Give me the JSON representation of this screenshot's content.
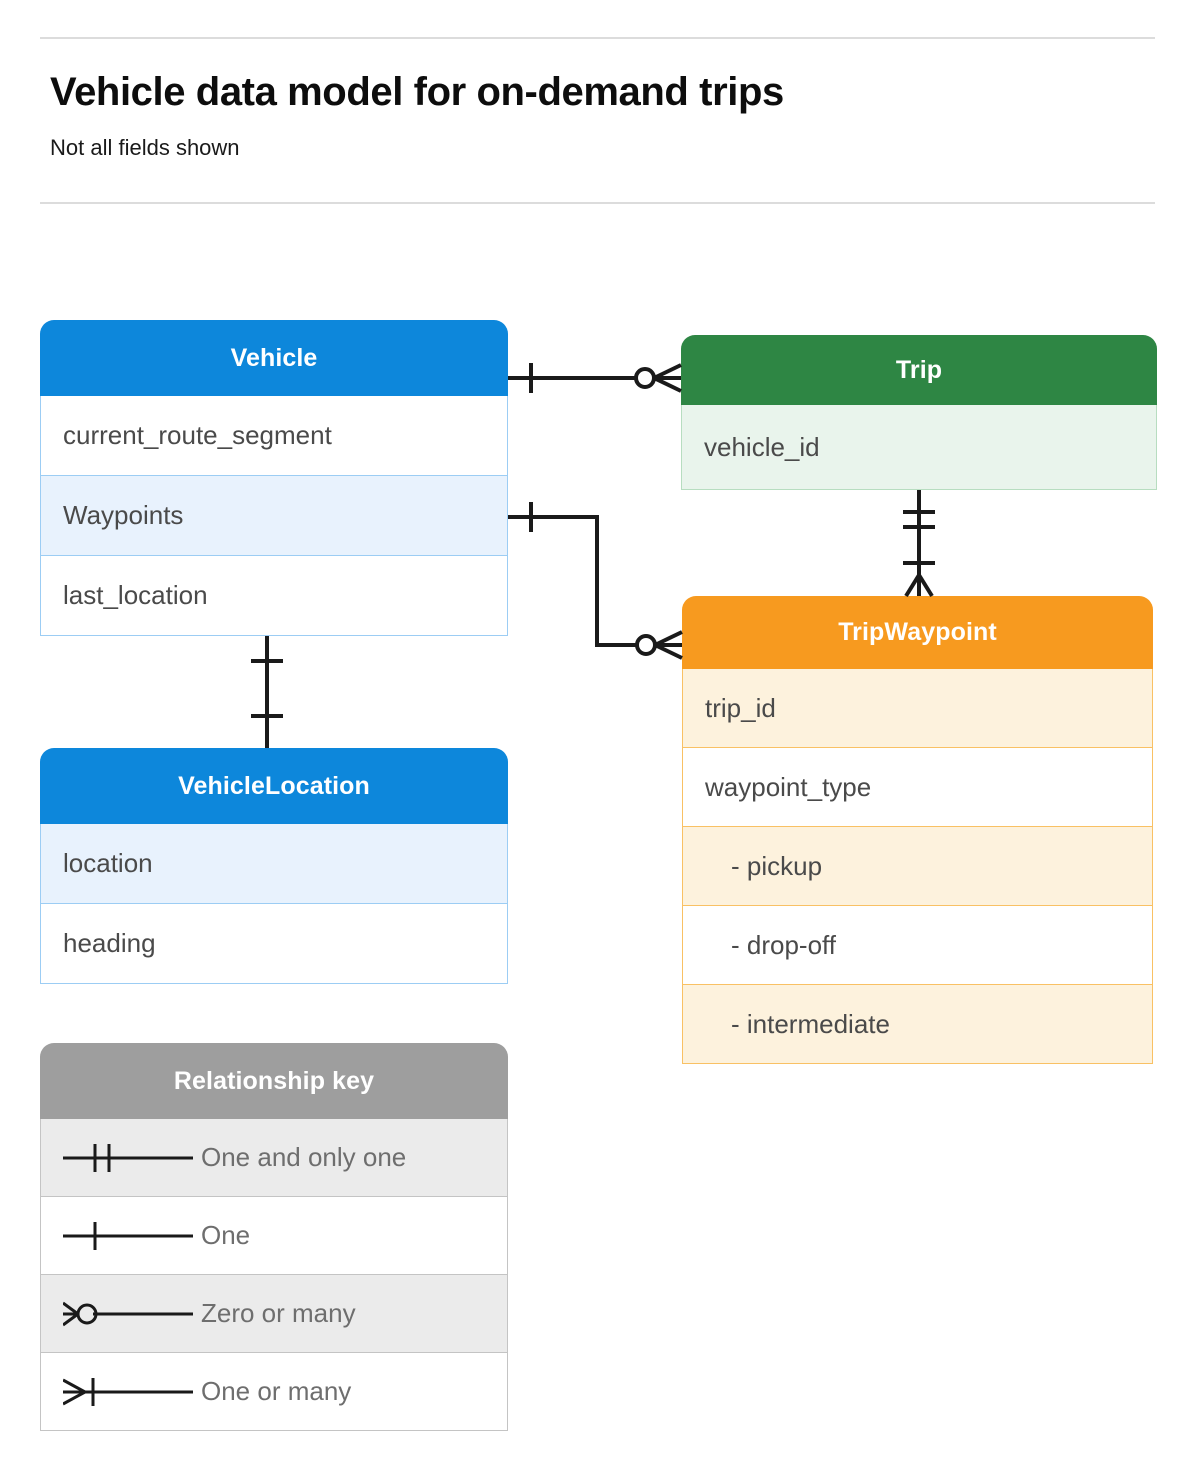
{
  "header": {
    "title": "Vehicle data model for on-demand trips",
    "subtitle": "Not all fields shown"
  },
  "colors": {
    "vehicle": "#0d87db",
    "trip": "#2e8644",
    "trip_waypoint": "#f79a1f",
    "legend": "#9e9e9e",
    "connector": "#1a1a1a",
    "rule": "#dcdcdc"
  },
  "entities": [
    {
      "id": "vehicle",
      "name": "Vehicle",
      "rows": [
        {
          "label": "current_route_segment"
        },
        {
          "label": "Waypoints"
        },
        {
          "label": "last_location"
        }
      ]
    },
    {
      "id": "vehicle_location",
      "name": "VehicleLocation",
      "rows": [
        {
          "label": "location"
        },
        {
          "label": "heading"
        }
      ]
    },
    {
      "id": "trip",
      "name": "Trip",
      "rows": [
        {
          "label": "vehicle_id"
        }
      ]
    },
    {
      "id": "trip_waypoint",
      "name": "TripWaypoint",
      "rows": [
        {
          "label": "trip_id"
        },
        {
          "label": "waypoint_type"
        },
        {
          "label": "-  pickup"
        },
        {
          "label": "-  drop-off"
        },
        {
          "label": "-  intermediate"
        }
      ]
    }
  ],
  "relationships": [
    {
      "id": "vehicle-trip",
      "from": "Vehicle",
      "to": "Trip",
      "from_cardinality": "One",
      "to_cardinality": "Zero or many"
    },
    {
      "id": "vehicle-waypoints-tripwaypoint",
      "from": "Vehicle.Waypoints",
      "to": "TripWaypoint",
      "from_cardinality": "One",
      "to_cardinality": "Zero or many"
    },
    {
      "id": "trip-tripwaypoint",
      "from": "Trip",
      "to": "TripWaypoint",
      "from_cardinality": "One and only one",
      "to_cardinality": "One or many"
    },
    {
      "id": "vehicle-vehiclelocation",
      "from": "Vehicle",
      "to": "VehicleLocation",
      "from_cardinality": "One",
      "to_cardinality": "One"
    }
  ],
  "legend": {
    "title": "Relationship key",
    "items": [
      {
        "symbol": "one-and-only-one-symbol",
        "label": "One and only one"
      },
      {
        "symbol": "one-symbol",
        "label": "One"
      },
      {
        "symbol": "zero-or-many-symbol",
        "label": "Zero or many"
      },
      {
        "symbol": "one-or-many-symbol",
        "label": "One or many"
      }
    ]
  }
}
